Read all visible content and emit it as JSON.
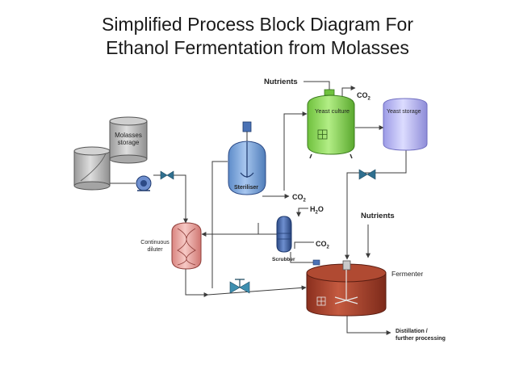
{
  "title": {
    "line1": "Simplified  Process Block Diagram For",
    "line2": "Ethanol Fermentation from Molasses"
  },
  "labels": {
    "nutrients_top": "Nutrients",
    "co2_top": "CO",
    "yeast_culture": "Yeast culture",
    "yeast_storage": "Yeast storage",
    "molasses_storage_1": "Molasses",
    "molasses_storage_2": "storage",
    "steriliser": "Steriliser",
    "co2_mid": "CO",
    "h2o": "H",
    "h2o_tail": "O",
    "nutrients_right": "Nutrients",
    "co2_scrubber": "CO",
    "scrubber": "Scrubber",
    "continuous_diluter_1": "Continuous",
    "continuous_diluter_2": "diluter",
    "fermenter": "Fermenter",
    "distillation_1": "Distillation /",
    "distillation_2": "further processing",
    "subscript_2": "2"
  },
  "colors": {
    "yeast_culture_tank": "#8fd45a",
    "yeast_storage_tank": "#b7b6ee",
    "steriliser_tank": "#7ea7dc",
    "diluter": "#e9a4a0",
    "scrubber": "#3f63a8",
    "fermenter": "#a8402b",
    "storage_tank": "#b9b9b9",
    "valve": "#2f6f8f",
    "pipe": "#3c3c3c"
  },
  "icons": [
    "pump-icon",
    "valve-icon",
    "agitator-icon",
    "heat-exchanger-icon"
  ]
}
